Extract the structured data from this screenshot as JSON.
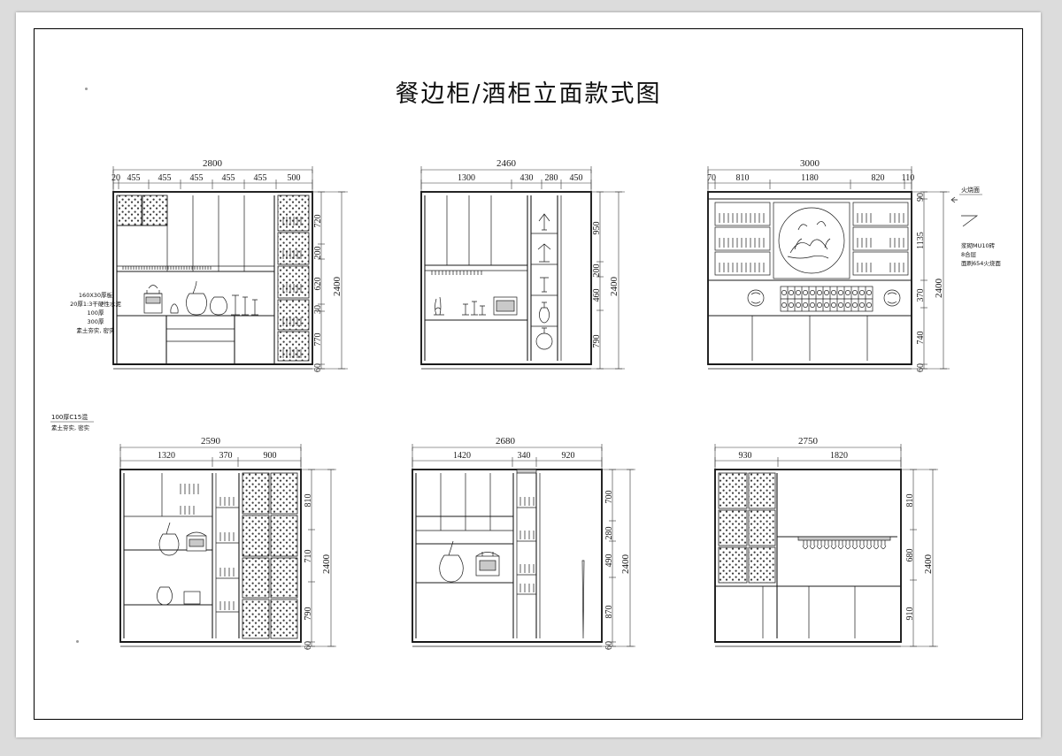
{
  "sheet": {
    "title": "餐边柜/酒柜立面款式图"
  },
  "notes": {
    "left_upper": [
      "160X30厚板",
      "20厚1:3干硬性水泥",
      "100厚",
      "300厚",
      "素土夯实, 密实"
    ],
    "left_lower": [
      "100厚C15混",
      "素土夯实, 密实"
    ],
    "right_upper_label": "火烧面",
    "right_upper": [
      "浆砌MU10砖",
      "8合层",
      "面刷654火烧面"
    ]
  },
  "drawings": [
    {
      "id": "elev-1",
      "total_width": "2800",
      "total_height": "2400",
      "widths": [
        "20",
        "455",
        "455",
        "455",
        "455",
        "455",
        "500"
      ],
      "heights": [
        "720",
        "200",
        "620",
        "30",
        "770",
        "60"
      ]
    },
    {
      "id": "elev-2",
      "total_width": "2460",
      "total_height": "2400",
      "widths": [
        "1300",
        "430",
        "280",
        "450"
      ],
      "heights": [
        "950",
        "200",
        "460",
        "790"
      ]
    },
    {
      "id": "elev-3",
      "total_width": "3000",
      "total_height": "2400",
      "widths": [
        "70",
        "810",
        "1180",
        "820",
        "110"
      ],
      "heights": [
        "90",
        "1135",
        "370",
        "740",
        "60"
      ]
    },
    {
      "id": "elev-4",
      "total_width": "2590",
      "total_height": "2400",
      "widths": [
        "1320",
        "370",
        "900"
      ],
      "heights": [
        "810",
        "710",
        "790",
        "60"
      ]
    },
    {
      "id": "elev-5",
      "total_width": "2680",
      "total_height": "2400",
      "widths": [
        "1420",
        "340",
        "920"
      ],
      "heights": [
        "700",
        "280",
        "490",
        "870",
        "60"
      ]
    },
    {
      "id": "elev-6",
      "total_width": "2750",
      "total_height": "2400",
      "widths": [
        "930",
        "1820"
      ],
      "heights": [
        "810",
        "680",
        "910"
      ]
    }
  ]
}
